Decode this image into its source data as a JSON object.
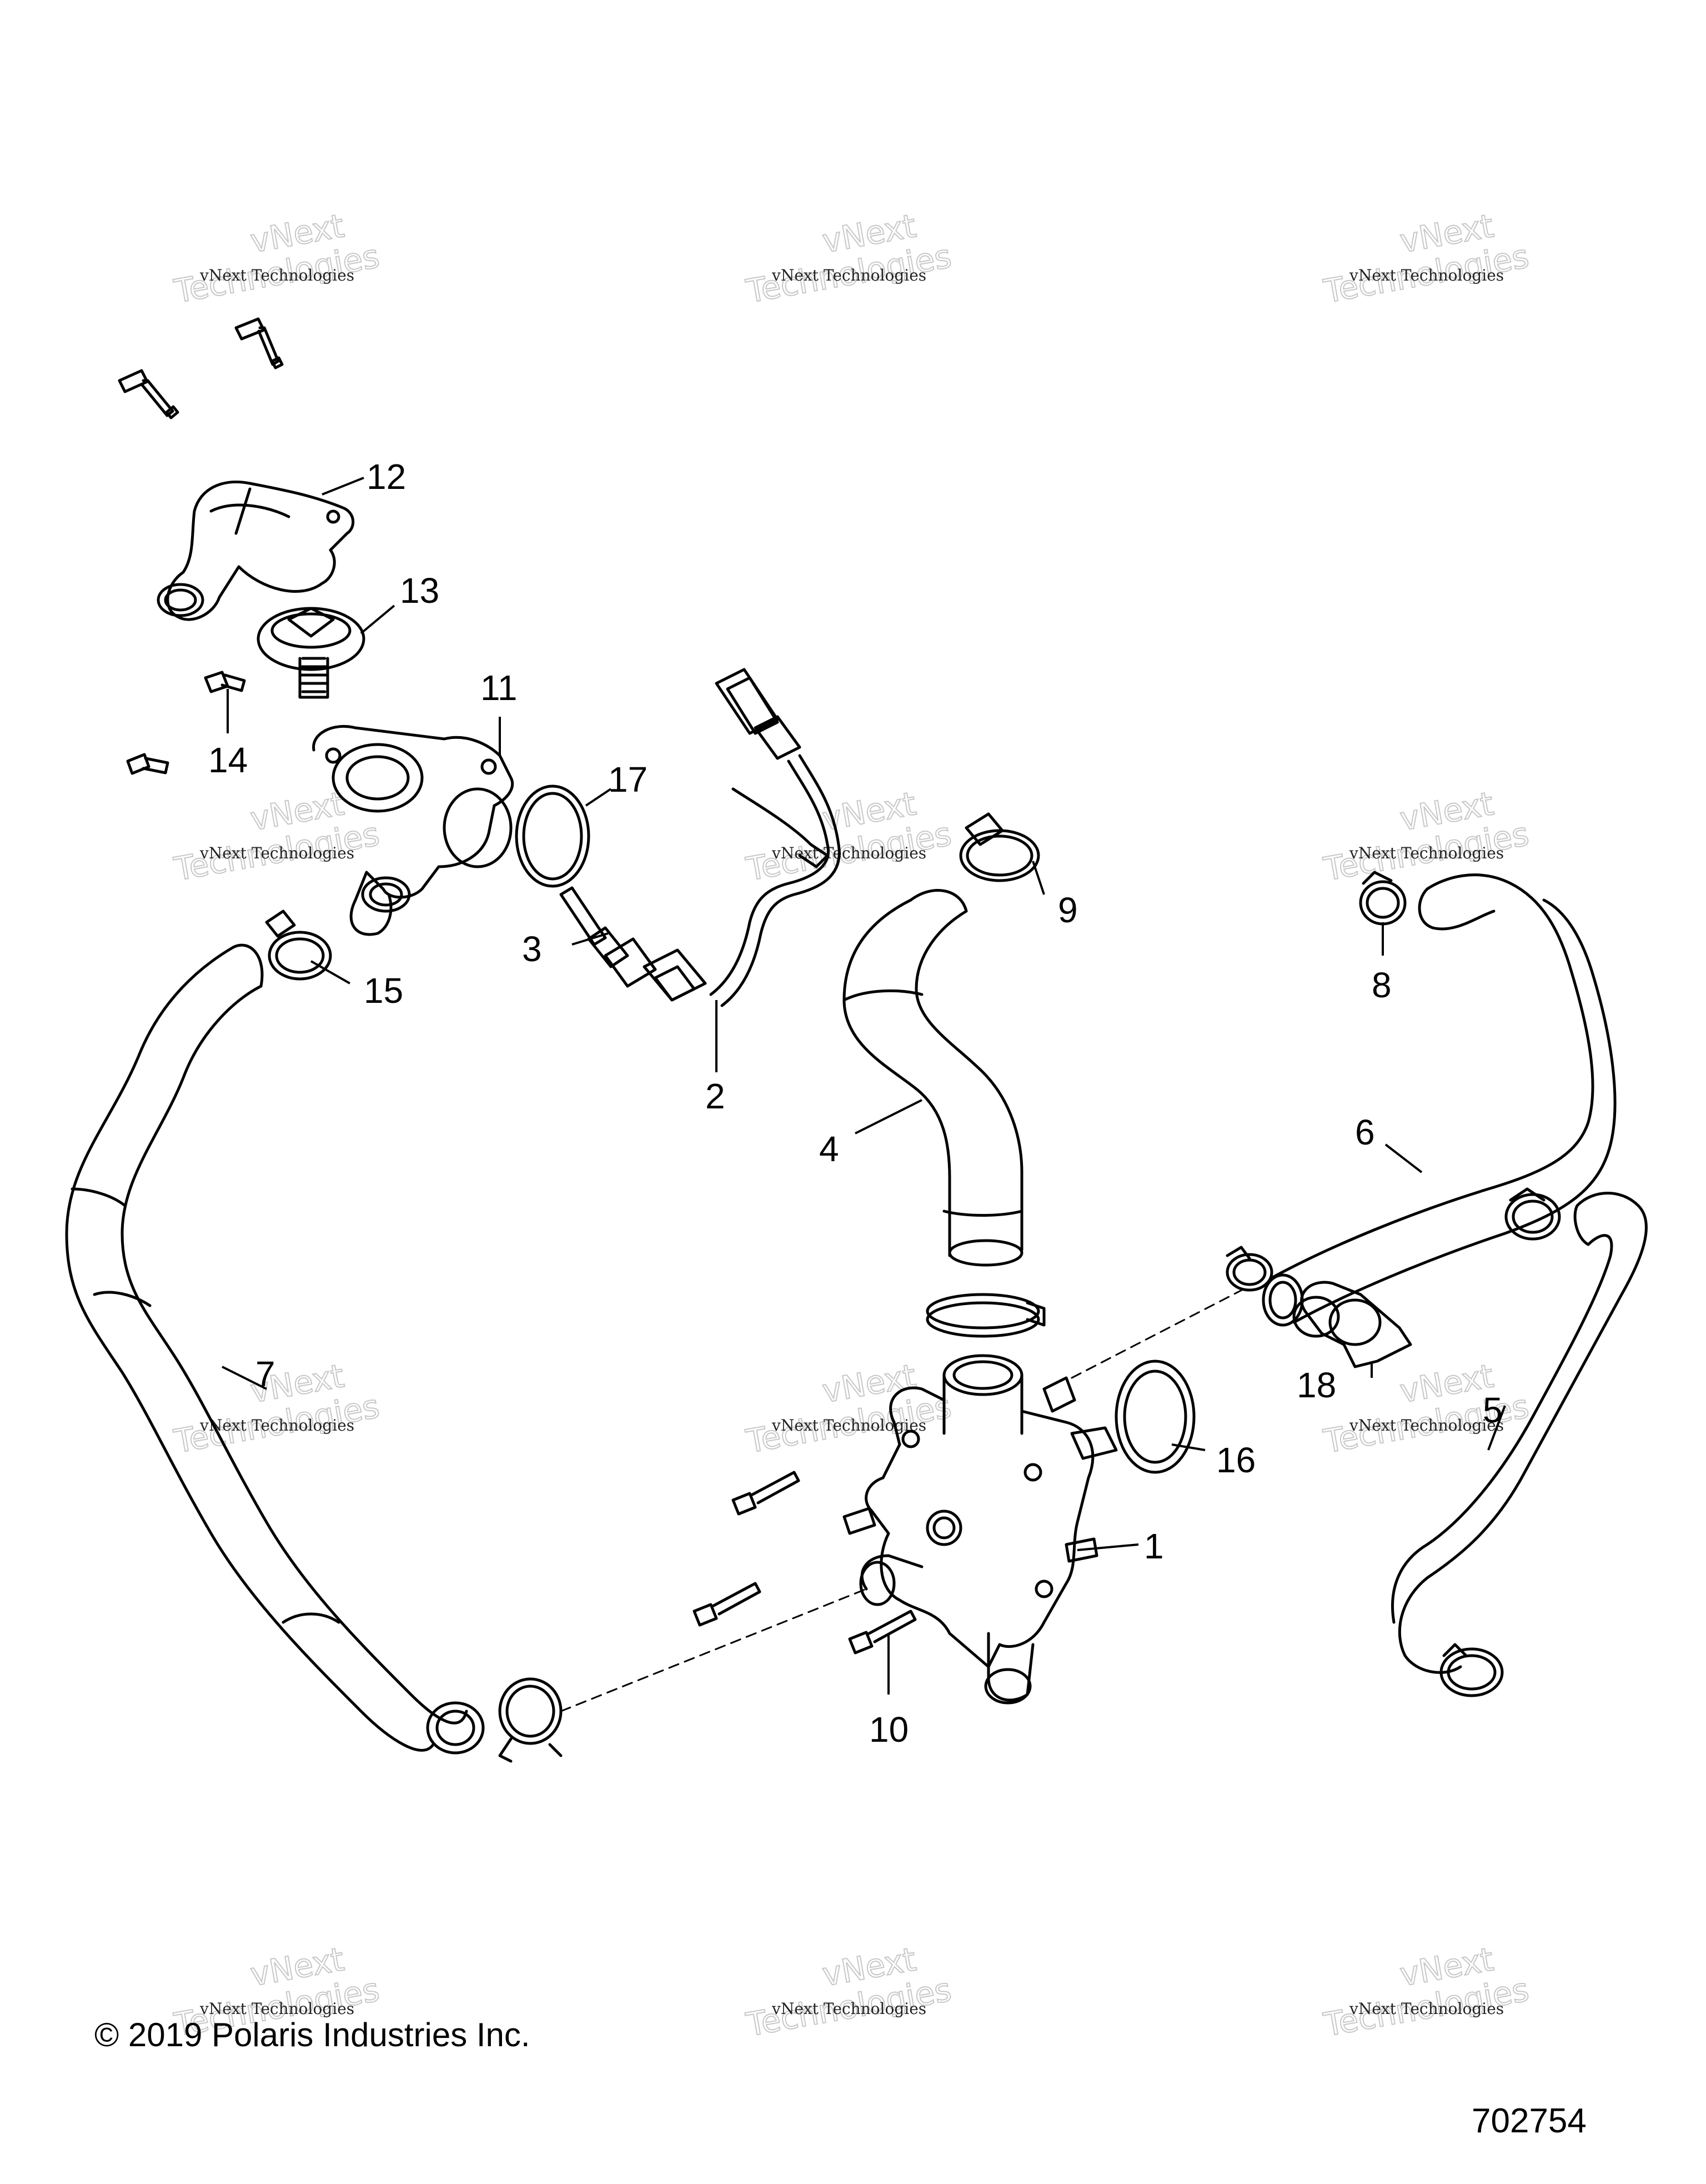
{
  "callouts": [
    "1",
    "2",
    "3",
    "4",
    "5",
    "6",
    "7",
    "8",
    "9",
    "10",
    "11",
    "12",
    "13",
    "14",
    "15",
    "16",
    "17",
    "18"
  ],
  "watermark": {
    "line1": "vNext Technologies",
    "line2": "vNext",
    "line3": "Technologies"
  },
  "footer": {
    "copyright": "© 2019 Polaris Industries Inc.",
    "diagram_number": "702754"
  }
}
